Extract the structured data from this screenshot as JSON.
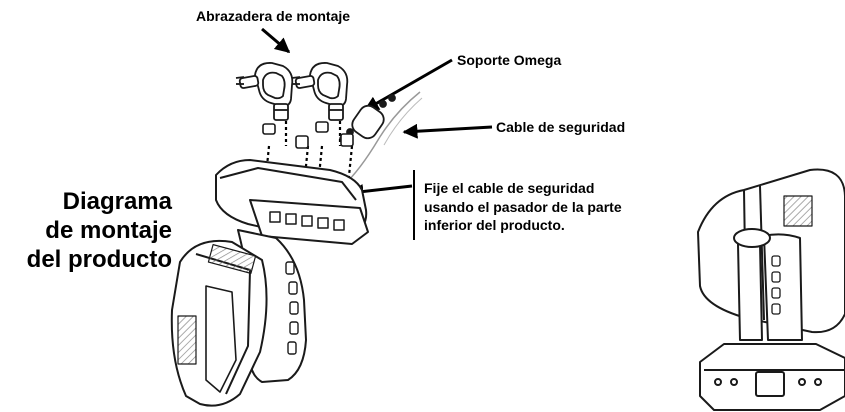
{
  "labels": {
    "clamp": "Abrazadera de montaje",
    "omega": "Soporte Omega",
    "safety_cable": "Cable de seguridad"
  },
  "title_lines": [
    "Diagrama",
    "de montaje",
    "del producto"
  ],
  "note_lines": [
    "Fije el cable de seguridad",
    "usando el pasador de la parte",
    "inferior del producto."
  ],
  "colors": {
    "text": "#000000",
    "line": "#1a1a1a",
    "hatch": "#777777"
  }
}
